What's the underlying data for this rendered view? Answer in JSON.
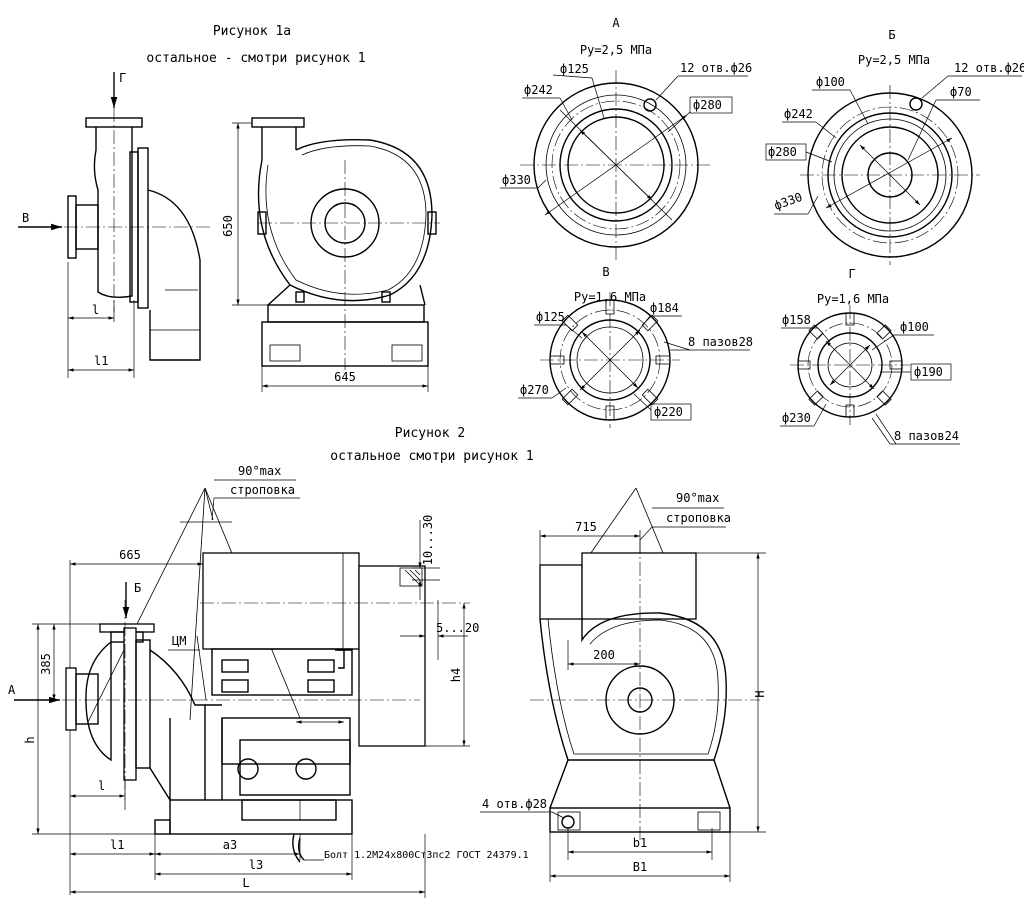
{
  "titles": {
    "fig1a": "Рисунок 1а",
    "fig1a_sub": "остальное - смотри рисунок 1",
    "fig2": "Рисунок 2",
    "fig2_sub": "остальное смотри рисунок 1"
  },
  "fig1a": {
    "arrow_top": "Г",
    "arrow_left": "В",
    "dim_l": "l",
    "dim_l1": "l1",
    "dim_650": "650",
    "dim_645": "645"
  },
  "flange_a": {
    "letter": "А",
    "pressure": "Ру=2,5 МПа",
    "d1": "ф125",
    "d2": "ф242",
    "d3": "ф330",
    "holes": "12 отв.ф26",
    "boxed": "ф280"
  },
  "flange_b": {
    "letter": "Б",
    "pressure": "Ру=2,5 МПа",
    "d1": "ф100",
    "d2": "ф242",
    "d3": "ф330",
    "holes": "12 отв.ф26",
    "d4": "ф70",
    "boxed": "ф280"
  },
  "flange_v": {
    "letter": "В",
    "pressure": "Ру=1,6 МПа",
    "d1": "ф125",
    "d2": "ф184",
    "d3": "ф270",
    "slots": "8 пазов28",
    "boxed": "ф220"
  },
  "flange_g": {
    "letter": "Г",
    "pressure": "Ру=1,6 МПа",
    "d1": "ф158",
    "d2": "ф100",
    "d3": "ф230",
    "slots": "8 пазов24",
    "boxed": "ф190"
  },
  "fig2_side": {
    "angle": "90°max",
    "sling": "строповка",
    "dim_665": "665",
    "arrow_b": "Б",
    "arrow_a": "А",
    "cm": "ЦМ",
    "dim_385": "385",
    "dim_h": "h",
    "dim_1030": "10...30",
    "dim_520": "5...20",
    "dim_h4": "h4",
    "dim_l": "l",
    "dim_l1": "l1",
    "dim_a3": "a3",
    "dim_l3": "l3",
    "dim_L": "L",
    "bolt": "Болт 1.2М24х800Ст3пс2 ГОСТ 24379.1"
  },
  "fig2_front": {
    "angle": "90°max",
    "sling": "строповка",
    "dim_715": "715",
    "dim_200": "200",
    "dim_H": "H",
    "holes": "4 отв.ф28",
    "dim_b1": "b1",
    "dim_B1": "B1"
  }
}
